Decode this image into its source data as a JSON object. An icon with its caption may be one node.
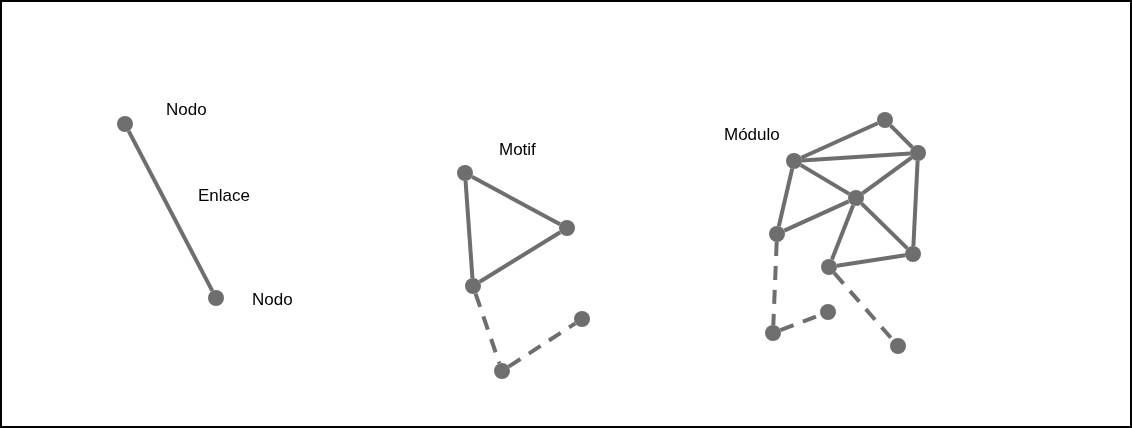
{
  "diagram": {
    "nodes": [
      {
        "text": [],
        "shape": "circle",
        "beside": [
          "Nodo"
        ]
      },
      {
        "text": [],
        "shape": "circle",
        "beside": [
          "Nodo"
        ]
      },
      {
        "text": [],
        "shape": "circle"
      },
      {
        "text": [],
        "shape": "circle"
      },
      {
        "text": [],
        "shape": "circle"
      },
      {
        "text": [],
        "shape": "circle"
      },
      {
        "text": [],
        "shape": "circle"
      },
      {
        "text": [],
        "shape": "circle"
      },
      {
        "text": [],
        "shape": "circle"
      },
      {
        "text": [],
        "shape": "circle"
      },
      {
        "text": [],
        "shape": "circle"
      },
      {
        "text": [],
        "shape": "circle"
      },
      {
        "text": [],
        "shape": "circle"
      },
      {
        "text": [],
        "shape": "circle"
      },
      {
        "text": [],
        "shape": "circle"
      },
      {
        "text": [],
        "shape": "circle"
      },
      {
        "text": [],
        "shape": "circle"
      }
    ],
    "edges": [
      {
        "from": 0,
        "to": 1,
        "arrow": "none",
        "label": "Enlace"
      },
      {
        "from": 2,
        "to": 3,
        "arrow": "none"
      },
      {
        "from": 3,
        "to": 4,
        "arrow": "none"
      },
      {
        "from": 2,
        "to": 4,
        "arrow": "none"
      },
      {
        "from": 4,
        "to": 6,
        "arrow": "none",
        "style": "dashed"
      },
      {
        "from": 6,
        "to": 5,
        "arrow": "none",
        "style": "dashed"
      },
      {
        "from": 8,
        "to": 7,
        "arrow": "none"
      },
      {
        "from": 7,
        "to": 9,
        "arrow": "none"
      },
      {
        "from": 8,
        "to": 9,
        "arrow": "none"
      },
      {
        "from": 8,
        "to": 10,
        "arrow": "none"
      },
      {
        "from": 10,
        "to": 9,
        "arrow": "none"
      },
      {
        "from": 8,
        "to": 11,
        "arrow": "none"
      },
      {
        "from": 11,
        "to": 10,
        "arrow": "none"
      },
      {
        "from": 10,
        "to": 13,
        "arrow": "none"
      },
      {
        "from": 10,
        "to": 12,
        "arrow": "none"
      },
      {
        "from": 9,
        "to": 12,
        "arrow": "none"
      },
      {
        "from": 13,
        "to": 12,
        "arrow": "none"
      },
      {
        "from": 11,
        "to": 15,
        "arrow": "none",
        "style": "dashed"
      },
      {
        "from": 15,
        "to": 14,
        "arrow": "none",
        "style": "dashed"
      },
      {
        "from": 13,
        "to": 16,
        "arrow": "none",
        "style": "dashed"
      }
    ],
    "labels": [
      "Motif",
      "Módulo"
    ]
  }
}
